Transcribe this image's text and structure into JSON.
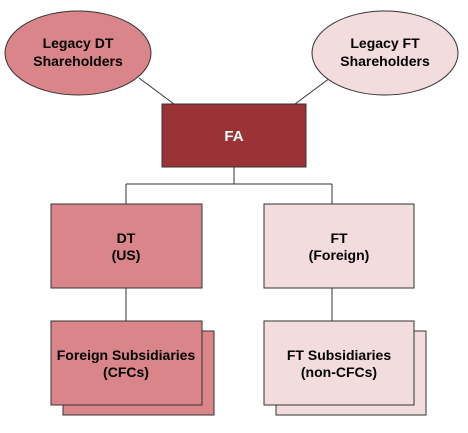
{
  "colors": {
    "dark_red": "#9b3236",
    "medium_pink": "#d9858a",
    "light_pink": "#f3dcdd",
    "line": "#333333"
  },
  "nodes": {
    "legacy_dt": {
      "line1": "Legacy DT",
      "line2": "Shareholders"
    },
    "legacy_ft": {
      "line1": "Legacy FT",
      "line2": "Shareholders"
    },
    "fa": {
      "label": "FA"
    },
    "dt": {
      "line1": "DT",
      "line2": "(US)"
    },
    "ft": {
      "line1": "FT",
      "line2": "(Foreign)"
    },
    "foreign_subs": {
      "line1": "Foreign Subsidiaries",
      "line2": "(CFCs)"
    },
    "ft_subs": {
      "line1": "FT Subsidiaries",
      "line2": "(non-CFCs)"
    }
  }
}
